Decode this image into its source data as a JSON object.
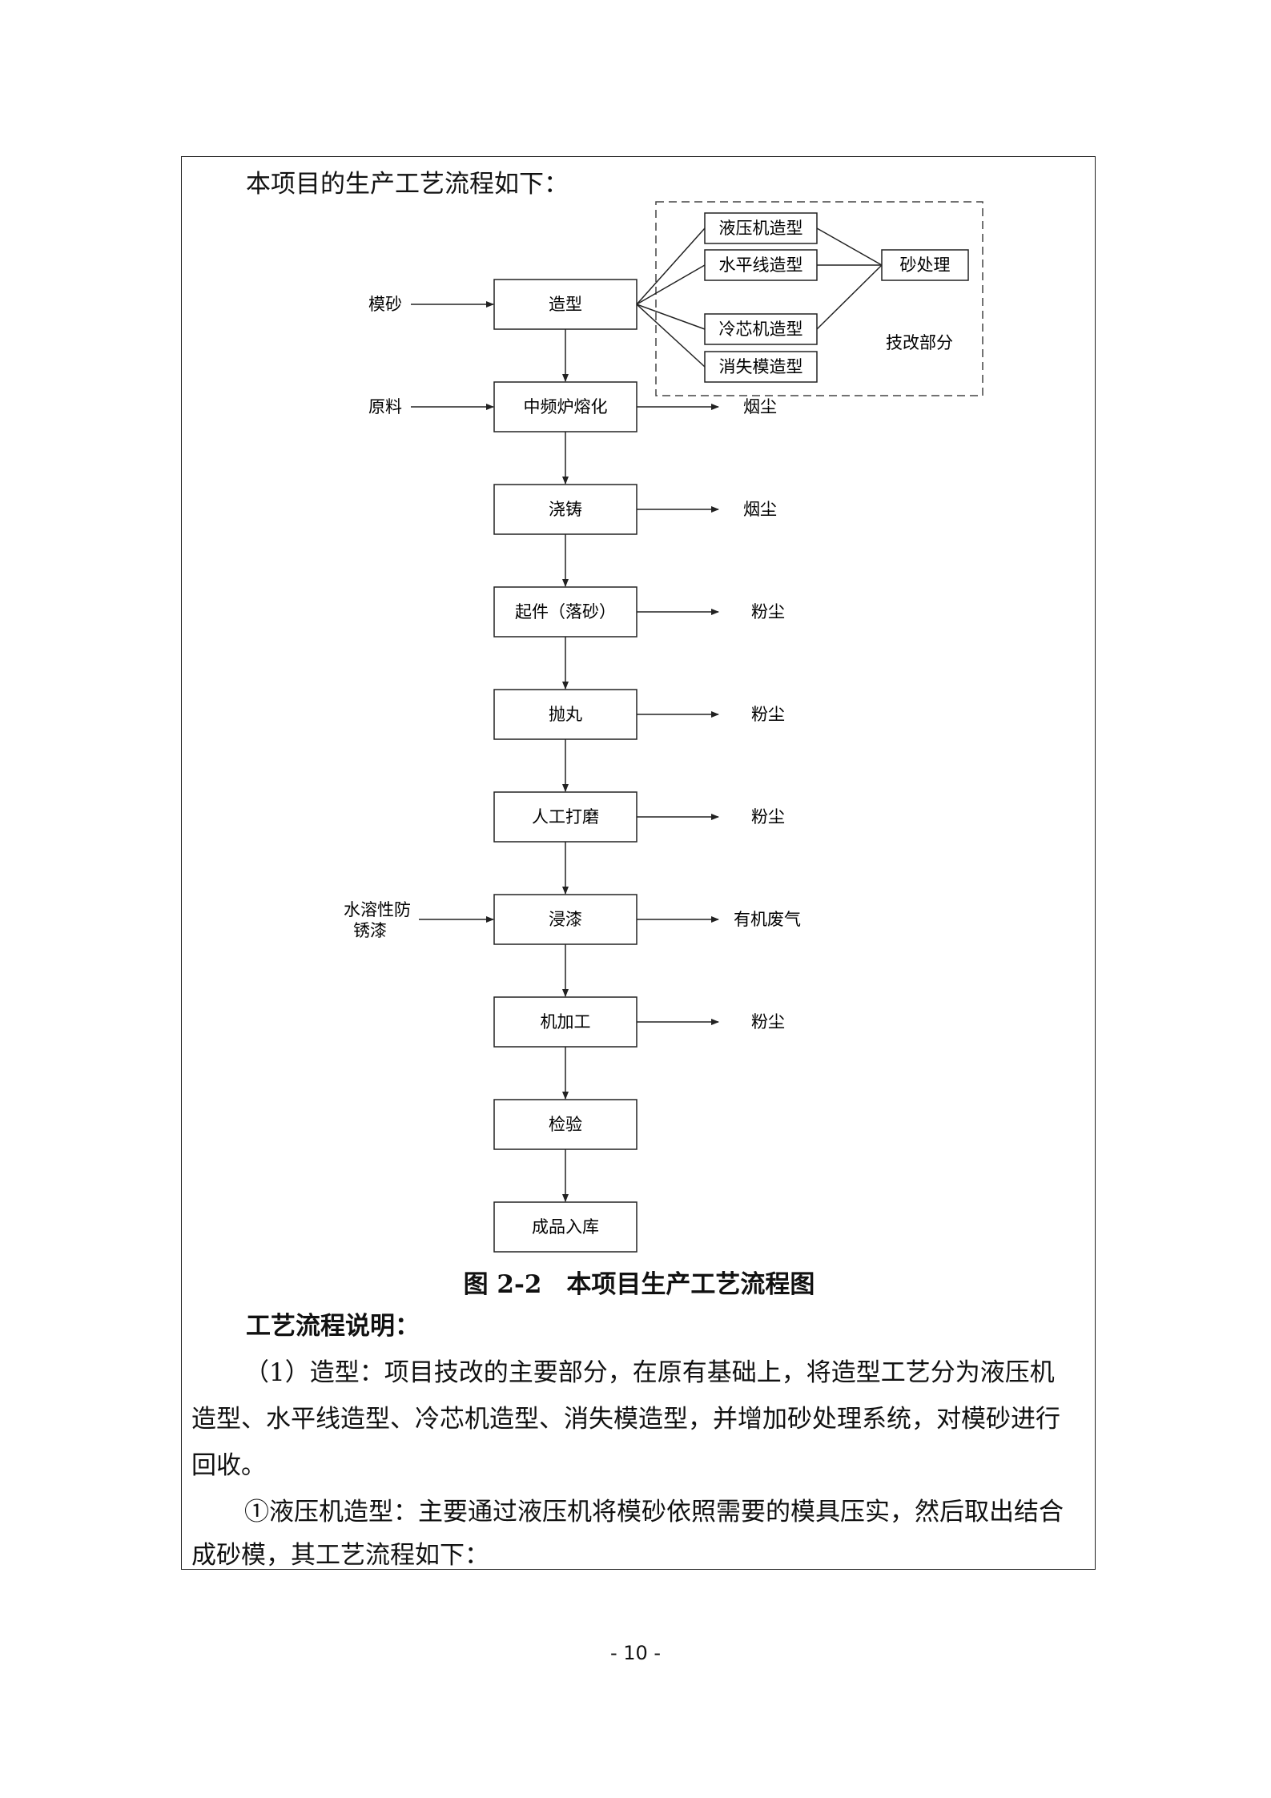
{
  "intro": "本项目的生产工艺流程如下：",
  "flow": {
    "main_steps": [
      "造型",
      "中频炉熔化",
      "浇铸",
      "起件（落砂）",
      "抛丸",
      "人工打磨",
      "浸漆",
      "机加工",
      "检验",
      "成品入库"
    ],
    "inputs": {
      "molding_sand": "模砂",
      "raw_material": "原料",
      "paint_line1": "水溶性防",
      "paint_line2": "锈漆"
    },
    "outputs": {
      "melting": "烟尘",
      "pouring": "烟尘",
      "shakeout": "粉尘",
      "shot_blast": "粉尘",
      "grinding": "粉尘",
      "dipping": "有机废气",
      "machining": "粉尘"
    },
    "retrofit_steps": [
      "液压机造型",
      "水平线造型",
      "冷芯机造型",
      "消失模造型"
    ],
    "sand_treatment": "砂处理",
    "retrofit_label": "技改部分"
  },
  "caption": "图 2-2　本项目生产工艺流程图",
  "section_title": "工艺流程说明：",
  "para1": {
    "line1": "（1）造型：项目技改的主要部分，在原有基础上，将造型工艺分为液压机",
    "line2": "造型、水平线造型、冷芯机造型、消失模造型，并增加砂处理系统，对模砂进行",
    "line3": "回收。"
  },
  "para2": {
    "line1": "①液压机造型：主要通过液压机将模砂依照需要的模具压实，然后取出结合",
    "line2": "成砂模，其工艺流程如下："
  },
  "page_number": "- 10 -"
}
